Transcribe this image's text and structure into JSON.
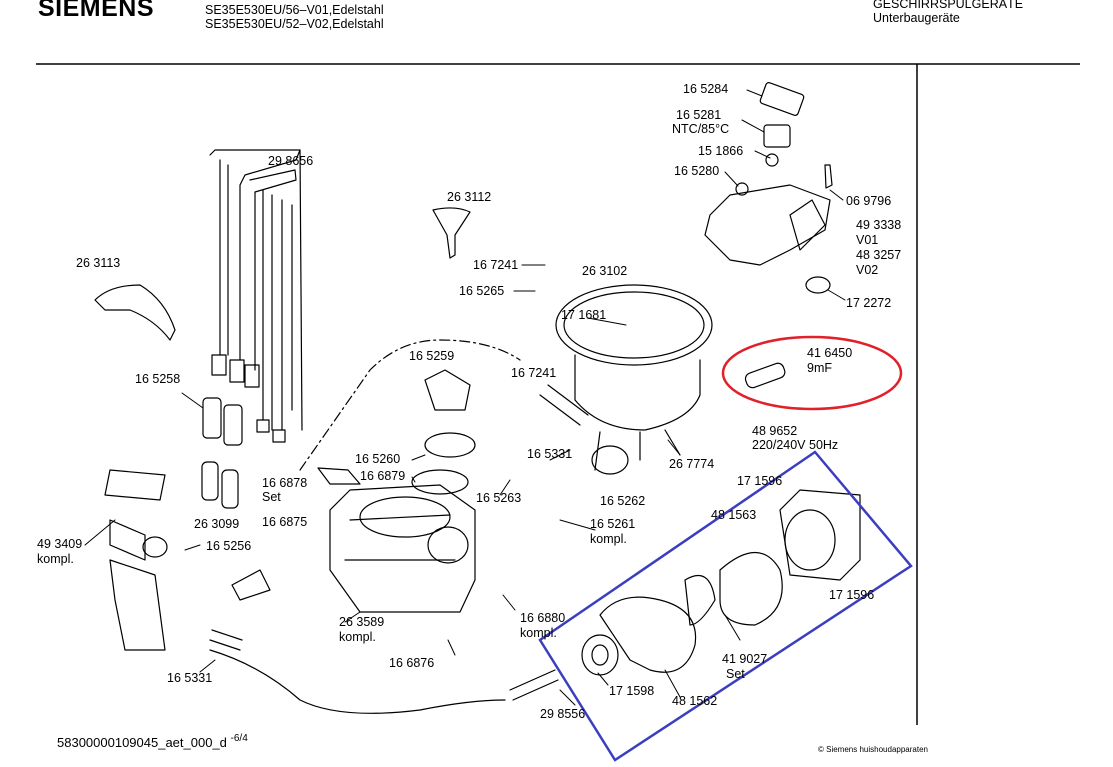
{
  "header": {
    "brand": "SIEMENS",
    "models": [
      "SE35E530EU/56–V01,Edelstahl",
      "SE35E530EU/52–V02,Edelstahl"
    ],
    "category": [
      "GESCHIRRSPÜLGERÄTE",
      "Unterbaugeräte"
    ]
  },
  "parts": [
    {
      "id": "p-165284",
      "text": "16 5284"
    },
    {
      "id": "p-165281",
      "text": "16 5281"
    },
    {
      "id": "p-ntc",
      "text": "NTC/85°C"
    },
    {
      "id": "p-151866",
      "text": "15 1866"
    },
    {
      "id": "p-165280",
      "text": "16 5280"
    },
    {
      "id": "p-069796",
      "text": "06 9796"
    },
    {
      "id": "p-493338",
      "text": "49 3338"
    },
    {
      "id": "p-v01",
      "text": "V01"
    },
    {
      "id": "p-483257",
      "text": "48 3257"
    },
    {
      "id": "p-v02",
      "text": "V02"
    },
    {
      "id": "p-172272",
      "text": "17 2272"
    },
    {
      "id": "p-298656",
      "text": "29 8656"
    },
    {
      "id": "p-263112",
      "text": "26 3112"
    },
    {
      "id": "p-263113",
      "text": "26 3113"
    },
    {
      "id": "p-167241a",
      "text": "16 7241"
    },
    {
      "id": "p-165265",
      "text": "16 5265"
    },
    {
      "id": "p-263102",
      "text": "26 3102"
    },
    {
      "id": "p-171681",
      "text": "17 1681"
    },
    {
      "id": "p-416450",
      "text": "41 6450"
    },
    {
      "id": "p-9mf",
      "text": "9mF"
    },
    {
      "id": "p-165258",
      "text": "16 5258"
    },
    {
      "id": "p-165259",
      "text": "16 5259"
    },
    {
      "id": "p-167241b",
      "text": "16 7241"
    },
    {
      "id": "p-489652",
      "text": "48 9652"
    },
    {
      "id": "p-220v",
      "text": "220/240V 50Hz"
    },
    {
      "id": "p-165260",
      "text": "16 5260"
    },
    {
      "id": "p-165331a",
      "text": "16 5331"
    },
    {
      "id": "p-267774",
      "text": "26 7774"
    },
    {
      "id": "p-166879",
      "text": "16 6879"
    },
    {
      "id": "p-166878",
      "text": "16 6878"
    },
    {
      "id": "p-set1",
      "text": "Set"
    },
    {
      "id": "p-165263",
      "text": "16 5263"
    },
    {
      "id": "p-165262",
      "text": "16 5262"
    },
    {
      "id": "p-171596a",
      "text": "17 1596"
    },
    {
      "id": "p-263099",
      "text": "26 3099"
    },
    {
      "id": "p-166875",
      "text": "16 6875"
    },
    {
      "id": "p-165261",
      "text": "16 5261"
    },
    {
      "id": "p-kompl1",
      "text": "kompl."
    },
    {
      "id": "p-481563",
      "text": "48 1563"
    },
    {
      "id": "p-493409",
      "text": "49 3409"
    },
    {
      "id": "p-kompl2",
      "text": "kompl."
    },
    {
      "id": "p-165256",
      "text": "16 5256"
    },
    {
      "id": "p-171596b",
      "text": "17 1596"
    },
    {
      "id": "p-263589",
      "text": "26 3589"
    },
    {
      "id": "p-kompl3",
      "text": "kompl."
    },
    {
      "id": "p-166880",
      "text": "16 6880"
    },
    {
      "id": "p-kompl4",
      "text": "kompl."
    },
    {
      "id": "p-419027",
      "text": "41 9027"
    },
    {
      "id": "p-set2",
      "text": "Set"
    },
    {
      "id": "p-166876",
      "text": "16 6876"
    },
    {
      "id": "p-165331b",
      "text": "16 5331"
    },
    {
      "id": "p-171598",
      "text": "17 1598"
    },
    {
      "id": "p-481562",
      "text": "48 1562"
    },
    {
      "id": "p-298556",
      "text": "29 8556"
    }
  ],
  "footer": {
    "code": "58300000109045_aet_000_d",
    "page": "-6/4",
    "copyright": "© Siemens huishoudapparaten"
  },
  "annotations": {
    "red_ellipse_color": "#e0212a",
    "blue_box_color": "#3b3fbf"
  }
}
